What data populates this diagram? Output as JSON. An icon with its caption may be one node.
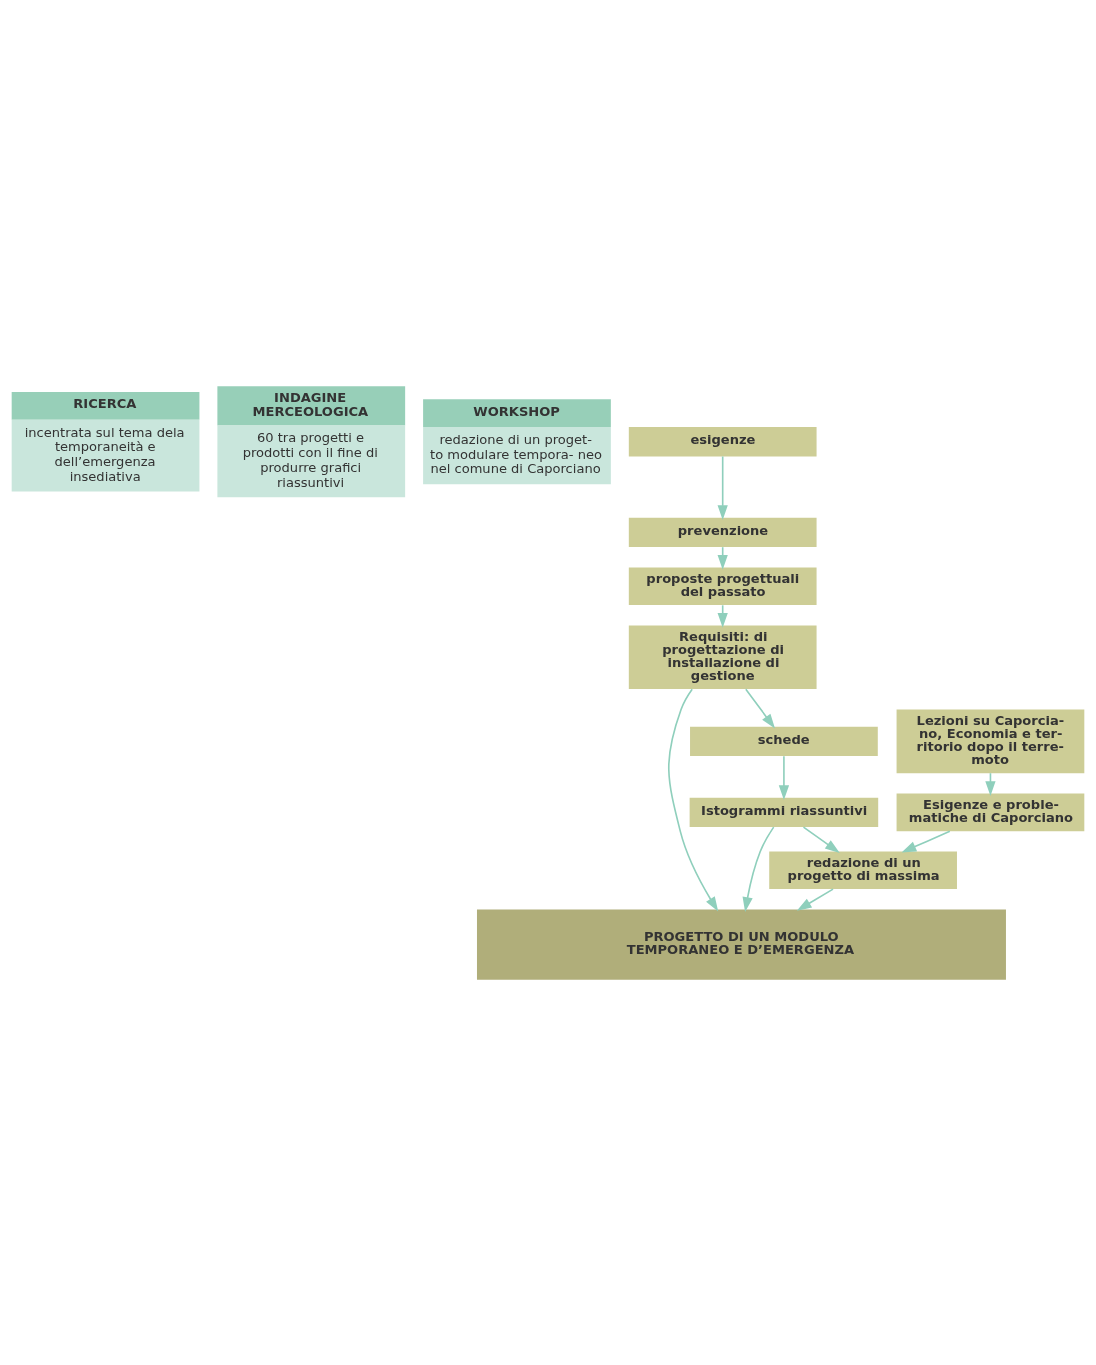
{
  "diagram": {
    "nodes": [
      {
        "text": [
          "RICERCA",
          "incentrata sul tema dela temporaneità e dell’emergenza insediativa"
        ]
      },
      {
        "text": [
          "INDAGINE MERCEOLOGICA",
          "60 tra progetti e prodotti con il fine di produrre grafici riassuntivi"
        ]
      },
      {
        "text": [
          "WORKSHOP",
          "redazione di un proget- to modulare tempora- neo nel comune di Caporciano"
        ]
      },
      {
        "text": [
          "esigenze"
        ]
      },
      {
        "text": [
          "prevenzione"
        ]
      },
      {
        "text": [
          "proposte progettuali del passato"
        ]
      },
      {
        "text": [
          "Requisiti: di progettazione di installazione di gestione"
        ]
      },
      {
        "text": [
          "schede"
        ]
      },
      {
        "text": [
          "Istogrammi riassuntivi"
        ]
      },
      {
        "text": [
          "Lezioni su Caporcia- no, Economia e ter- ritorio dopo il terre- moto"
        ]
      },
      {
        "text": [
          "Esigenze e proble- matiche di Caporciano"
        ]
      },
      {
        "text": [
          "redazione di un progetto di massima"
        ]
      },
      {
        "text": [
          "PROGETTO DI UN MODULO TEMPORANEO E D’EMERGENZA"
        ]
      }
    ],
    "edges": [
      {
        "from": 3,
        "to": 4,
        "arrow": "to"
      },
      {
        "from": 4,
        "to": 5,
        "arrow": "to"
      },
      {
        "from": 5,
        "to": 6,
        "arrow": "to"
      },
      {
        "from": 6,
        "to": 7,
        "arrow": "to"
      },
      {
        "from": 7,
        "to": 8,
        "arrow": "to"
      },
      {
        "from": 9,
        "to": 10,
        "arrow": "to"
      },
      {
        "from": 10,
        "to": 11,
        "arrow": "to"
      },
      {
        "from": 8,
        "to": 11,
        "arrow": "to"
      },
      {
        "from": 6,
        "to": 12,
        "arrow": "to"
      },
      {
        "from": 8,
        "to": 12,
        "arrow": "to"
      },
      {
        "from": 11,
        "to": 12,
        "arrow": "to"
      }
    ]
  }
}
